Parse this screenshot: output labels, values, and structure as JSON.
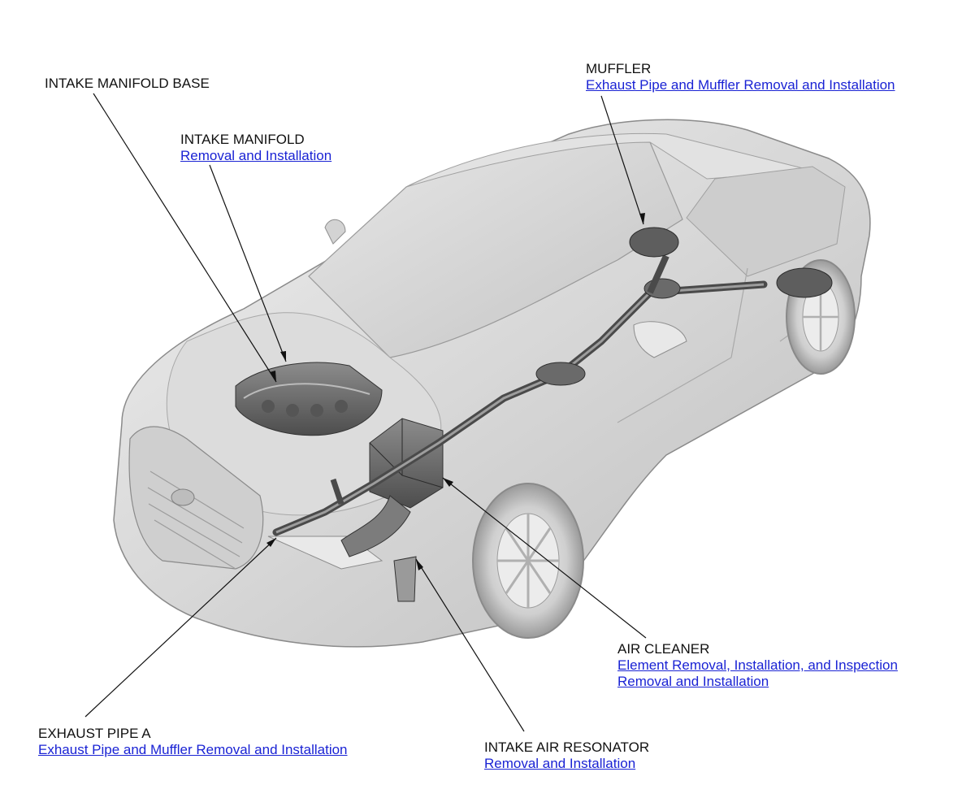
{
  "labels": {
    "intake_manifold_base": {
      "title": "INTAKE MANIFOLD BASE"
    },
    "intake_manifold": {
      "title": "INTAKE MANIFOLD",
      "links": [
        "Removal and Installation"
      ]
    },
    "muffler": {
      "title": "MUFFLER",
      "links": [
        "Exhaust Pipe and Muffler Removal and Installation"
      ]
    },
    "air_cleaner": {
      "title": "AIR CLEANER",
      "links": [
        "Element Removal, Installation, and Inspection",
        "Removal and Installation"
      ]
    },
    "exhaust_pipe_a": {
      "title": "EXHAUST PIPE A",
      "links": [
        "Exhaust Pipe and Muffler Removal and Installation"
      ]
    },
    "intake_air_resonator": {
      "title": "INTAKE AIR RESONATOR",
      "links": [
        "Removal and Installation"
      ]
    }
  },
  "colors": {
    "link": "#1a23d4",
    "text": "#111111",
    "car_body": "#d9d9d9",
    "component": "#6f6f6f"
  }
}
